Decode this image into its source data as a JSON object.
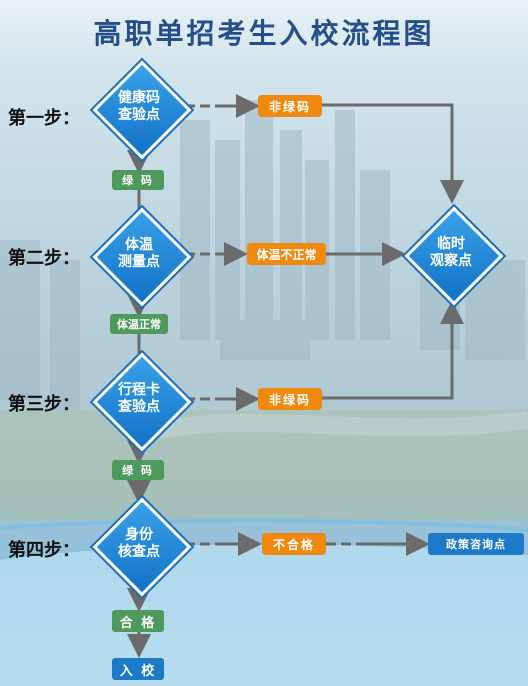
{
  "title": "高职单招考生入校流程图",
  "steps": [
    "第一步：",
    "第二步：",
    "第三步：",
    "第四步："
  ],
  "nodes": {
    "health_code": "健康码\n查验点",
    "temperature": "体温\n测量点",
    "itinerary": "行程卡\n查验点",
    "identity": "身份\n核查点",
    "observation": "临时\n观察点"
  },
  "orange_labels": {
    "not_green_1": "非绿码",
    "temp_abnormal": "体温不正常",
    "not_green_2": "非绿码",
    "unqualified": "不合格"
  },
  "green_labels": {
    "green_code_1": "绿 码",
    "temp_normal": "体温正常",
    "green_code_2": "绿 码",
    "qualified": "合 格"
  },
  "policy_point": "政策咨询点",
  "enter_school": "入 校",
  "colors": {
    "title": "#244f8a",
    "diamond": "#1272c7",
    "orange": "#f08a0e",
    "green": "#4e9a5c",
    "blue": "#1d7ac9",
    "arrow": "#6b6b6b"
  }
}
